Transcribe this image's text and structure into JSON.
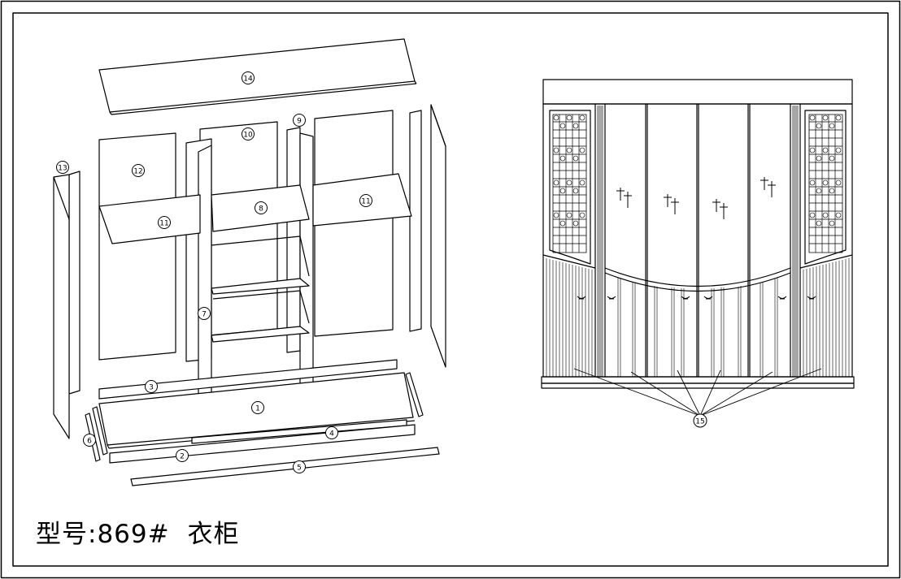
{
  "drawing": {
    "model_prefix": "型号:",
    "model_number": "869#",
    "product_name": "衣柜"
  },
  "exploded_view": {
    "part_labels": [
      "14",
      "10",
      "9",
      "13",
      "12",
      "11",
      "8",
      "11",
      "7",
      "3",
      "1",
      "4",
      "6",
      "2",
      "5"
    ]
  },
  "front_view": {
    "callout": "15"
  },
  "colors": {
    "line": "#000000",
    "paper": "#ffffff"
  }
}
